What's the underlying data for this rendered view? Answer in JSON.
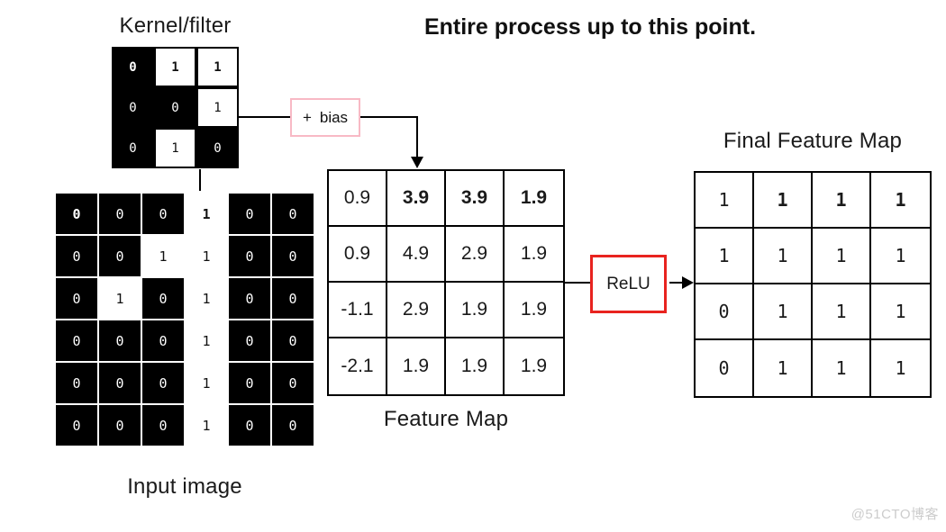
{
  "title": "Entire process up to this point.",
  "watermark": "@51CTO博客",
  "colors": {
    "background": "#ffffff",
    "cell_black": "#000000",
    "bias_border_pink": "#f8b9c5",
    "relu_border_red": "#e8231f",
    "watermark_gray": "#cccccc"
  },
  "kernel": {
    "label": "Kernel/filter",
    "grid": {
      "values": [
        [
          "0",
          "1",
          "1"
        ],
        [
          "0",
          "0",
          "1"
        ],
        [
          "0",
          "1",
          "0"
        ]
      ],
      "background": [
        [
          "k",
          "w",
          "w"
        ],
        [
          "k",
          "k",
          "w"
        ],
        [
          "k",
          "w",
          "k"
        ]
      ],
      "bold": [
        [
          true,
          true,
          true
        ],
        [
          false,
          false,
          false
        ],
        [
          false,
          false,
          false
        ]
      ]
    }
  },
  "bias": {
    "plus": "+",
    "label": "bias"
  },
  "input": {
    "label": "Input image",
    "grid": {
      "values": [
        [
          "0",
          "0",
          "0",
          "1",
          "0",
          "0"
        ],
        [
          "0",
          "0",
          "1",
          "1",
          "0",
          "0"
        ],
        [
          "0",
          "1",
          "0",
          "1",
          "0",
          "0"
        ],
        [
          "0",
          "0",
          "0",
          "1",
          "0",
          "0"
        ],
        [
          "0",
          "0",
          "0",
          "1",
          "0",
          "0"
        ],
        [
          "0",
          "0",
          "0",
          "1",
          "0",
          "0"
        ]
      ],
      "background": [
        [
          "k",
          "k",
          "k",
          "w",
          "k",
          "k"
        ],
        [
          "k",
          "k",
          "w",
          "w",
          "k",
          "k"
        ],
        [
          "k",
          "w",
          "k",
          "w",
          "k",
          "k"
        ],
        [
          "k",
          "k",
          "k",
          "w",
          "k",
          "k"
        ],
        [
          "k",
          "k",
          "k",
          "w",
          "k",
          "k"
        ],
        [
          "k",
          "k",
          "k",
          "w",
          "k",
          "k"
        ]
      ],
      "bold": [
        [
          true,
          false,
          false,
          true,
          false,
          false
        ],
        [
          false,
          false,
          false,
          false,
          false,
          false
        ],
        [
          false,
          false,
          false,
          false,
          false,
          false
        ],
        [
          false,
          false,
          false,
          false,
          false,
          false
        ],
        [
          false,
          false,
          false,
          false,
          false,
          false
        ],
        [
          false,
          false,
          false,
          false,
          false,
          false
        ]
      ]
    }
  },
  "feature_map": {
    "label": "Feature Map",
    "grid": {
      "values": [
        [
          "0.9",
          "3.9",
          "3.9",
          "1.9"
        ],
        [
          "0.9",
          "4.9",
          "2.9",
          "1.9"
        ],
        [
          "-1.1",
          "2.9",
          "1.9",
          "1.9"
        ],
        [
          "-2.1",
          "1.9",
          "1.9",
          "1.9"
        ]
      ],
      "bold": [
        [
          false,
          true,
          true,
          true
        ],
        [
          false,
          false,
          false,
          false
        ],
        [
          false,
          false,
          false,
          false
        ],
        [
          false,
          false,
          false,
          false
        ]
      ]
    }
  },
  "relu": {
    "label": "ReLU"
  },
  "final_feature_map": {
    "label": "Final Feature Map",
    "grid": {
      "values": [
        [
          "1",
          "1",
          "1",
          "1"
        ],
        [
          "1",
          "1",
          "1",
          "1"
        ],
        [
          "0",
          "1",
          "1",
          "1"
        ],
        [
          "0",
          "1",
          "1",
          "1"
        ]
      ],
      "bold": [
        [
          false,
          true,
          true,
          true
        ],
        [
          false,
          false,
          false,
          false
        ],
        [
          false,
          false,
          false,
          false
        ],
        [
          false,
          false,
          false,
          false
        ]
      ]
    }
  }
}
